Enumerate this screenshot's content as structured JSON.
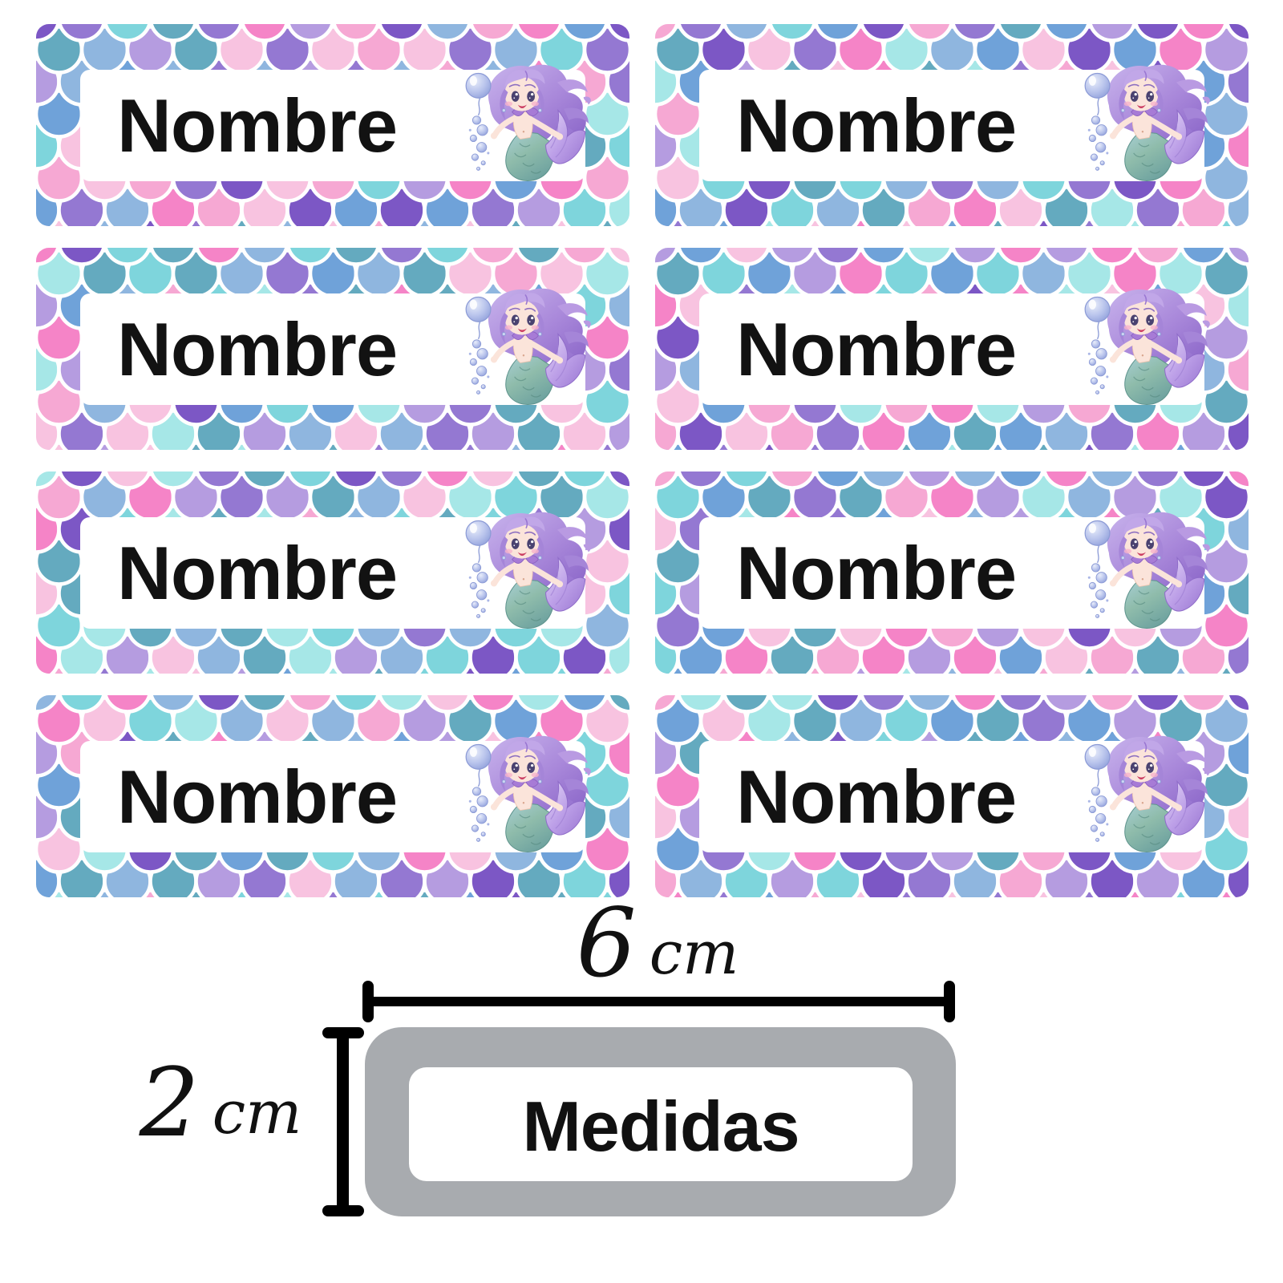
{
  "page": {
    "background": "#ffffff"
  },
  "sticker_sheet": {
    "rows": 4,
    "columns": 2,
    "label_count": 8,
    "label_text": "Nombre",
    "label_text_color": "#121212",
    "inner_background": "#ffffff",
    "mermaid_icon": "purple-mermaid-with-bubbles",
    "scale_outline_color": "#ffffff",
    "scale_palette": [
      "#f584c7",
      "#f6a8d3",
      "#f8c3e0",
      "#7c57c5",
      "#9478d2",
      "#b59ce0",
      "#6fa2d9",
      "#8fb6df",
      "#64aabf",
      "#7ed5dc",
      "#a6e7e7"
    ]
  },
  "measure_diagram": {
    "width_number": "6",
    "width_unit": "cm",
    "height_number": "2",
    "height_unit": "cm",
    "box_label": "Medidas",
    "box_fill": "#a8abaf",
    "box_inner_fill": "#ffffff",
    "line_color": "#000000",
    "text_color": "#111111"
  }
}
